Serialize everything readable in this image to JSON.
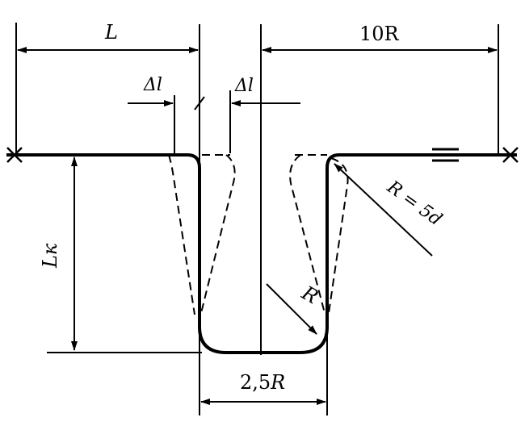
{
  "labels": {
    "length_l": "L",
    "length_10r": "10R",
    "delta_left": "Δl",
    "delta_right": "Δl",
    "radius_5d": "R = 5d",
    "depth_lk": "Lк",
    "radius_inner": "R",
    "width_num": "2,5",
    "width_r": "R"
  }
}
